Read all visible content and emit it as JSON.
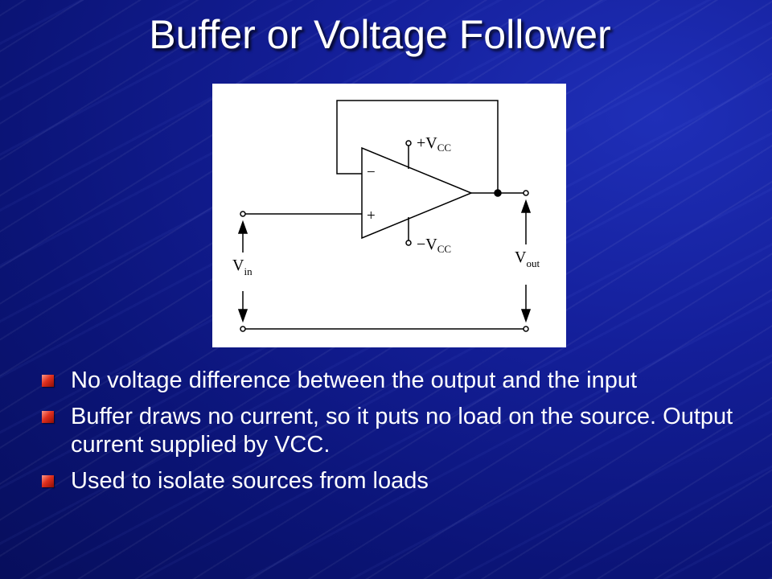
{
  "slide": {
    "title": "Buffer or Voltage Follower",
    "diagram": {
      "minus_sign": "−",
      "plus_sign": "+",
      "pos_supply": "+V",
      "pos_supply_sub": "CC",
      "neg_supply": "−V",
      "neg_supply_sub": "CC",
      "vin": "V",
      "vin_sub": "in",
      "vout": "V",
      "vout_sub": "out"
    },
    "bullets": [
      {
        "text": "No voltage difference between the output and the input"
      },
      {
        "text": "Buffer draws no current, so it puts no load on the source.  Output current supplied by VCC."
      },
      {
        "text": "Used to isolate sources from loads"
      }
    ],
    "colors": {
      "background": "#0b1477",
      "bullet_icon": "#e0301e",
      "text": "#ffffff"
    },
    "icons": {
      "bullet": "red-square-bullet-icon"
    }
  }
}
